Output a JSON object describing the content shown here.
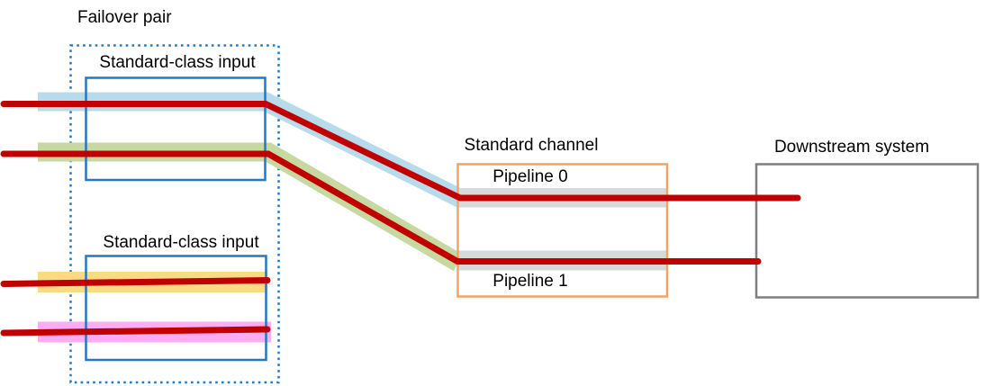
{
  "diagram": {
    "labels": {
      "failover_pair": "Failover pair",
      "input_top": "Standard-class input",
      "input_bottom": "Standard-class input",
      "standard_channel": "Standard channel",
      "pipeline_0": "Pipeline 0",
      "pipeline_1": "Pipeline 1",
      "downstream_system": "Downstream system"
    },
    "colors": {
      "signal_red": "#C00000",
      "box_blue": "#2379C2",
      "box_orange": "#F4A263",
      "box_gray": "#7F7F7F",
      "band_blue": "#B7DBEB",
      "band_green": "#C5D9A0",
      "band_yellow": "#FBDA86",
      "band_pink": "#FBACF2",
      "band_gray": "#D9D9D9"
    }
  }
}
